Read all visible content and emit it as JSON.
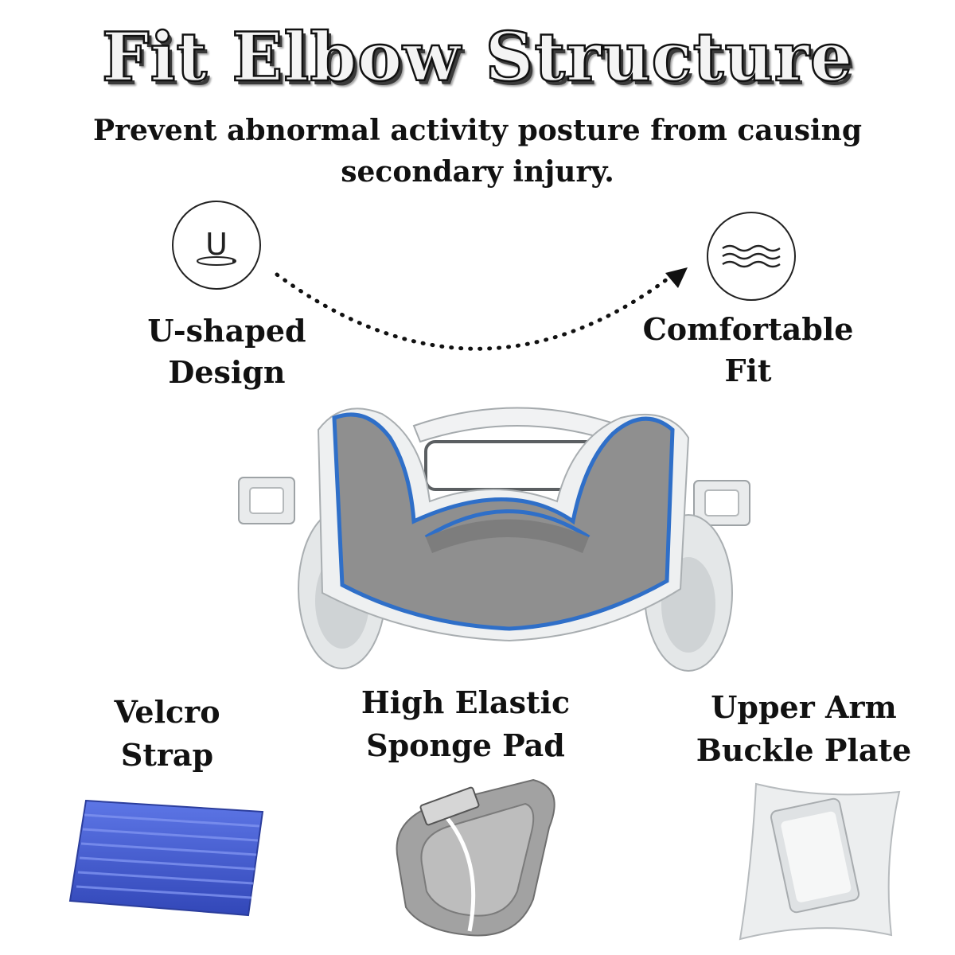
{
  "header": {
    "title": "Fit Elbow Structure",
    "subtitle": "Prevent abnormal activity posture from causing secondary injury."
  },
  "features": [
    {
      "icon": "u-shape-icon",
      "label_line1": "U-shaped",
      "label_line2": "Design"
    },
    {
      "icon": "waves-icon",
      "label_line1": "Comfortable",
      "label_line2": "Fit"
    }
  ],
  "parts": [
    {
      "label_line1": "Velcro",
      "label_line2": "Strap"
    },
    {
      "label_line1": "High Elastic",
      "label_line2": "Sponge Pad"
    },
    {
      "label_line1": "Upper Arm",
      "label_line2": "Buckle Plate"
    }
  ],
  "colors": {
    "accent_blue": "#2f6fc8",
    "pad_gray": "#8f8f8f",
    "shell_white": "#eef0f1",
    "velcro_blue": "#4a63d6"
  },
  "icon_glyph": "U"
}
